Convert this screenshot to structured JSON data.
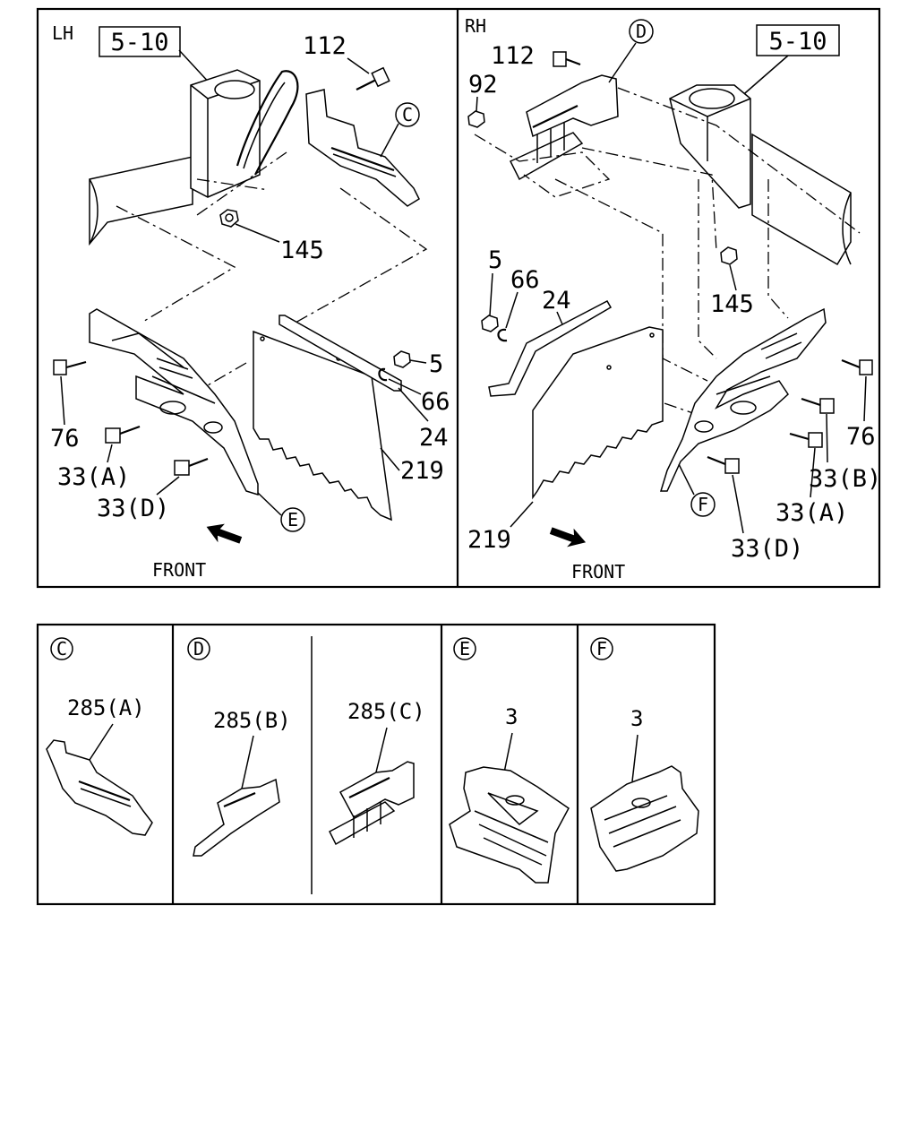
{
  "lh_panel": {
    "side_label": "LH",
    "ref_box": "5-10",
    "callouts": {
      "c112": "112",
      "c145": "145",
      "c5": "5",
      "c66": "66",
      "c24": "24",
      "c219": "219",
      "c76": "76",
      "c33a": "33(A)",
      "c33d": "33(D)"
    },
    "detail_marks": {
      "c": "C",
      "e": "E"
    },
    "front_label": "FRONT"
  },
  "rh_panel": {
    "side_label": "RH",
    "ref_box": "5-10",
    "callouts": {
      "c112": "112",
      "c92": "92",
      "c145": "145",
      "c5": "5",
      "c66": "66",
      "c24": "24",
      "c219": "219",
      "c76": "76",
      "c33a": "33(A)",
      "c33b": "33(B)",
      "c33d": "33(D)"
    },
    "detail_marks": {
      "d": "D",
      "f": "F"
    },
    "front_label": "FRONT"
  },
  "details": [
    {
      "mark": "C",
      "part": "285(A)"
    },
    {
      "mark": "D",
      "part": "285(B)"
    },
    {
      "mark": "",
      "part": "285(C)"
    },
    {
      "mark": "E",
      "part": "3"
    },
    {
      "mark": "F",
      "part": "3"
    }
  ]
}
